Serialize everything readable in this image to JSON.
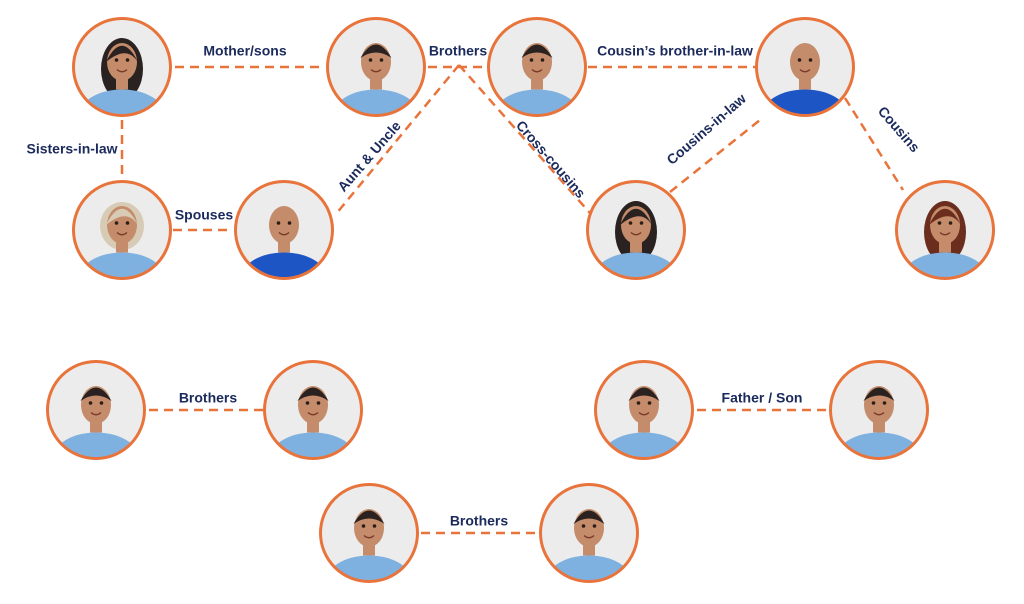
{
  "colors": {
    "line": "#e8743b",
    "ring": "#e8743b",
    "label": "#1b2a5c",
    "shirt_light": "#7fb1e0",
    "shirt_dark": "#1d55c4",
    "skin": "#c48c6a",
    "hair_dark": "#2a2220",
    "hair_blonde": "#d8cbb5",
    "hair_red": "#6a2d1e",
    "bg_photo": "#ececec"
  },
  "people": [
    {
      "id": "p1",
      "shirt": "light",
      "hair": "dark",
      "hair_style": "long"
    },
    {
      "id": "p2",
      "shirt": "light",
      "hair": "dark",
      "hair_style": "short"
    },
    {
      "id": "p3",
      "shirt": "light",
      "hair": "dark",
      "hair_style": "short"
    },
    {
      "id": "p4",
      "shirt": "dark",
      "hair": "none",
      "hair_style": "bald"
    },
    {
      "id": "p5",
      "shirt": "light",
      "hair": "blonde",
      "hair_style": "bob"
    },
    {
      "id": "p6",
      "shirt": "dark",
      "hair": "none",
      "hair_style": "bald"
    },
    {
      "id": "p7",
      "shirt": "light",
      "hair": "dark",
      "hair_style": "long"
    },
    {
      "id": "p8",
      "shirt": "light",
      "hair": "red",
      "hair_style": "long"
    },
    {
      "id": "p9",
      "shirt": "light",
      "hair": "dark",
      "hair_style": "short"
    },
    {
      "id": "p10",
      "shirt": "light",
      "hair": "dark",
      "hair_style": "short"
    },
    {
      "id": "p11",
      "shirt": "light",
      "hair": "dark",
      "hair_style": "short"
    },
    {
      "id": "p12",
      "shirt": "light",
      "hair": "dark",
      "hair_style": "short"
    },
    {
      "id": "p13",
      "shirt": "light",
      "hair": "dark",
      "hair_style": "short"
    },
    {
      "id": "p14",
      "shirt": "light",
      "hair": "dark",
      "hair_style": "short"
    }
  ],
  "relations": [
    {
      "from": "p1",
      "to": "p2",
      "label": "Mother/sons"
    },
    {
      "from": "p2",
      "to": "p3",
      "label": "Brothers"
    },
    {
      "from": "p3",
      "to": "p4",
      "label": "Cousin’s brother-in-law"
    },
    {
      "from": "p1",
      "to": "p5",
      "label": "Sisters-in-law"
    },
    {
      "from": "p5",
      "to": "p6",
      "label": "Spouses"
    },
    {
      "from": "brothers-hub",
      "to": "p6",
      "label": "Aunt & Uncle"
    },
    {
      "from": "brothers-hub",
      "to": "p7",
      "label": "Cross-cousins"
    },
    {
      "from": "p7",
      "to": "p4",
      "label": "Cousins-in-law"
    },
    {
      "from": "p4",
      "to": "p8",
      "label": "Cousins"
    },
    {
      "from": "p9",
      "to": "p10",
      "label": "Brothers"
    },
    {
      "from": "p11",
      "to": "p12",
      "label": "Father / Son"
    },
    {
      "from": "p13",
      "to": "p14",
      "label": "Brothers"
    }
  ]
}
